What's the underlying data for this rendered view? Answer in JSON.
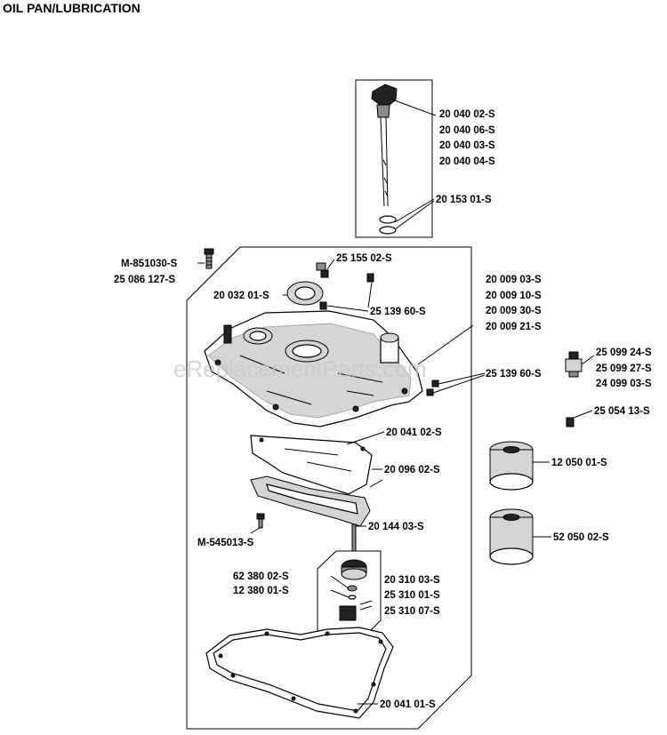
{
  "title": "OIL PAN/LUBRICATION",
  "watermark": "eReplacementParts.com",
  "parts": {
    "dipstick_1": "20 040 02-S",
    "dipstick_2": "20 040 06-S",
    "dipstick_3": "20 040 03-S",
    "dipstick_4": "20 040 04-S",
    "o_ring": "20 153 01-S",
    "screw_1": "M-851030-S",
    "screw_2": "25 086 127-S",
    "plug_top": "25 155 02-S",
    "seal": "20 032 01-S",
    "plug_pair_1": "25 139 60-S",
    "pan_1": "20 009 03-S",
    "pan_2": "20 009 10-S",
    "pan_3": "20 009 30-S",
    "pan_4": "20 009 21-S",
    "plug_pair_2": "25 139 60-S",
    "sender_1": "25 099 24-S",
    "sender_2": "25 099 27-S",
    "sender_3": "24 099 03-S",
    "plug_small": "25 054 13-S",
    "gasket_plate": "20 041 02-S",
    "baffle": "20 096 02-S",
    "filter_1": "12 050 01-S",
    "filter_2": "52 050 02-S",
    "screw_3": "M-545013-S",
    "pin": "20 144 03-S",
    "washer_1": "62 380 02-S",
    "washer_2": "12 380 01-S",
    "pump_1": "20 310 03-S",
    "pump_2": "25 310 01-S",
    "pump_3": "25 310 07-S",
    "gasket": "20 041 01-S"
  }
}
